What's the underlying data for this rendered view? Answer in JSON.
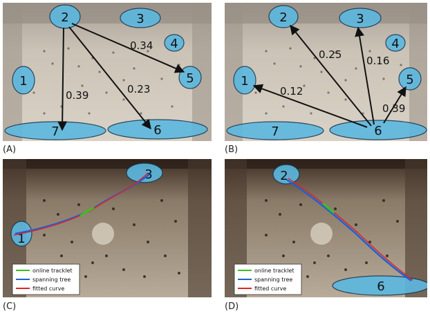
{
  "colors": {
    "region_fill": "#5cb8e0",
    "region_stroke": "#1a3850",
    "arrow": "#111111",
    "online_tracklet": "#39c21e",
    "spanning_tree": "#1f5fd6",
    "fitted_curve": "#e02424",
    "photo_light": "#cfc6b8",
    "photo_dark": "#3a322c"
  },
  "panels": {
    "A": {
      "label": "(A)",
      "regions": [
        "1",
        "2",
        "3",
        "4",
        "5",
        "6",
        "7"
      ],
      "weights": [
        "0.34",
        "0.39",
        "0.23"
      ]
    },
    "B": {
      "label": "(B)",
      "regions": [
        "1",
        "2",
        "3",
        "4",
        "5",
        "6",
        "7"
      ],
      "weights": [
        "0.25",
        "0.16",
        "0.12",
        "0.39"
      ]
    },
    "C": {
      "label": "(C)",
      "regions": [
        "1",
        "3"
      ]
    },
    "D": {
      "label": "(D)",
      "regions": [
        "2",
        "6"
      ]
    }
  },
  "legend": {
    "online_tracklet": "online tracklet",
    "spanning_tree": "spanning tree",
    "fitted_curve": "fitted curve"
  }
}
